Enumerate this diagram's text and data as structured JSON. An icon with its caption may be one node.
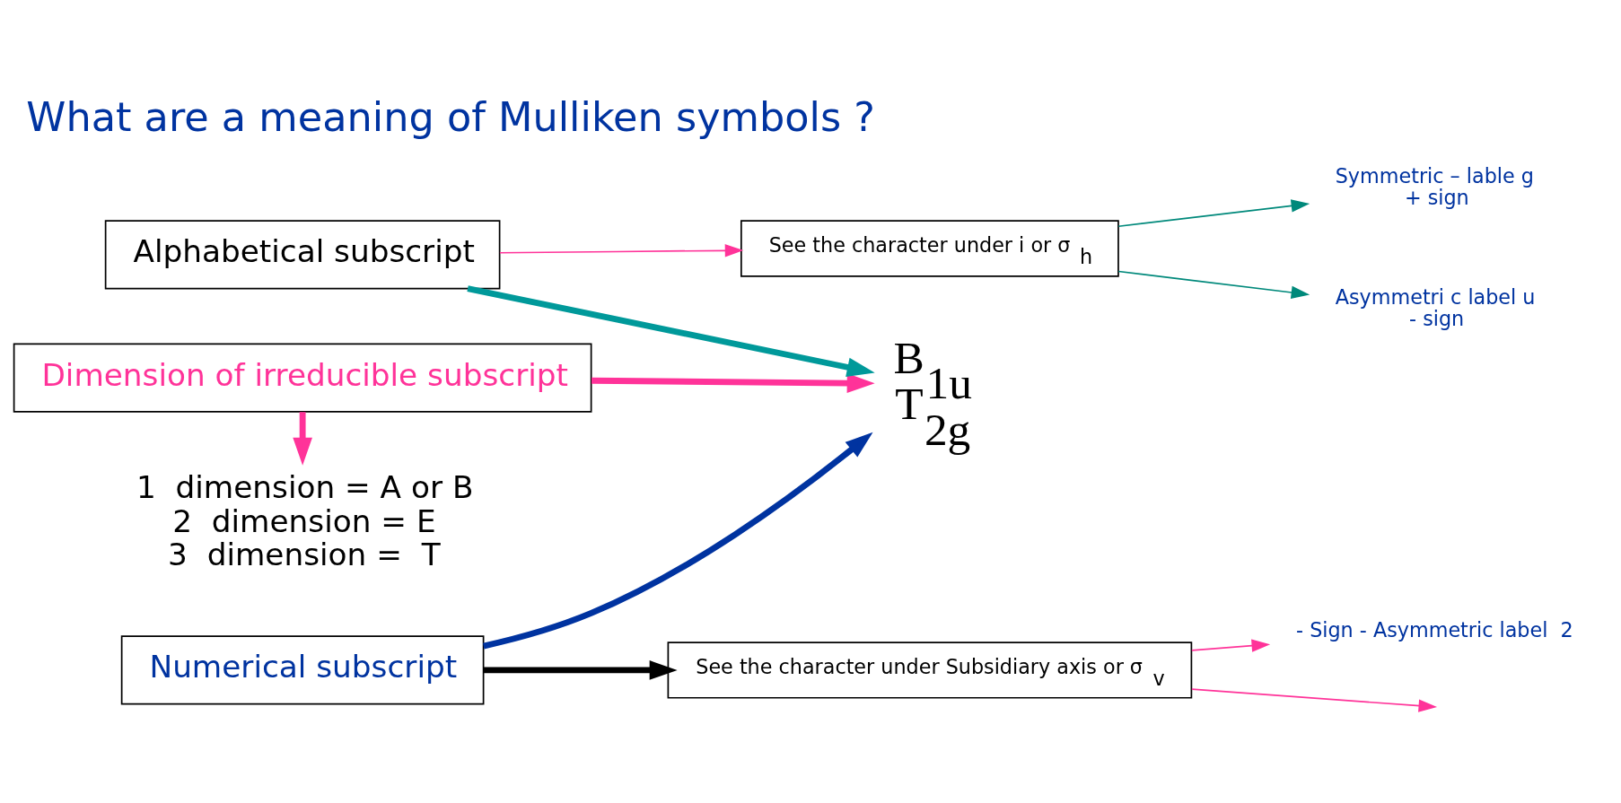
{
  "diagram": {
    "title": "What are a meaning of Mulliken symbols ?",
    "nodes": [
      {
        "text": [
          "Dimension of irreducible subscript"
        ]
      },
      {
        "text": [
          "1  dimension = A or B",
          "2  dimension = E",
          "3  dimension =  T"
        ]
      },
      {
        "text": [
          "B$_{1u}$",
          "T$_{2g}$"
        ]
      },
      {
        "text": [
          "Alphabetical subscript"
        ]
      },
      {
        "text": [
          "See the character under i or σ$_{h}$"
        ]
      },
      {
        "text": [
          "Symmetric – lable g",
          "+ sign"
        ]
      },
      {
        "text": [
          "Asymmetri c label u",
          "- sign"
        ]
      },
      {
        "text": [
          "Numerical subscript"
        ]
      },
      {
        "text": [
          "See the character under Subsidiary axis or σ$_{v}$"
        ]
      },
      {
        "text": [
          "- Sign - Asymmetric label  2"
        ]
      }
    ],
    "edges": [
      {
        "from": 0,
        "to": 1,
        "arrow": "to",
        "style": "thick"
      },
      {
        "from": 0,
        "to": 2,
        "arrow": "to",
        "style": "thick"
      },
      {
        "from": 3,
        "to": 2,
        "arrow": "to",
        "style": "thick",
        "color": "#00999a"
      },
      {
        "from": 7,
        "to": 2,
        "arrow": "to",
        "style": "thick",
        "color": "#0033a0"
      },
      {
        "from": 3,
        "to": 4,
        "arrow": "to"
      },
      {
        "from": 4,
        "to": 5,
        "arrow": "to",
        "color": "#00897b"
      },
      {
        "from": 4,
        "to": 6,
        "arrow": "to",
        "color": "#00897b"
      },
      {
        "from": 7,
        "to": 8,
        "arrow": "to",
        "style": "thick",
        "color": "#000000"
      },
      {
        "from": 8,
        "to": null,
        "arrow": "to"
      },
      {
        "from": 8,
        "to": 9,
        "arrow": "to"
      }
    ]
  }
}
